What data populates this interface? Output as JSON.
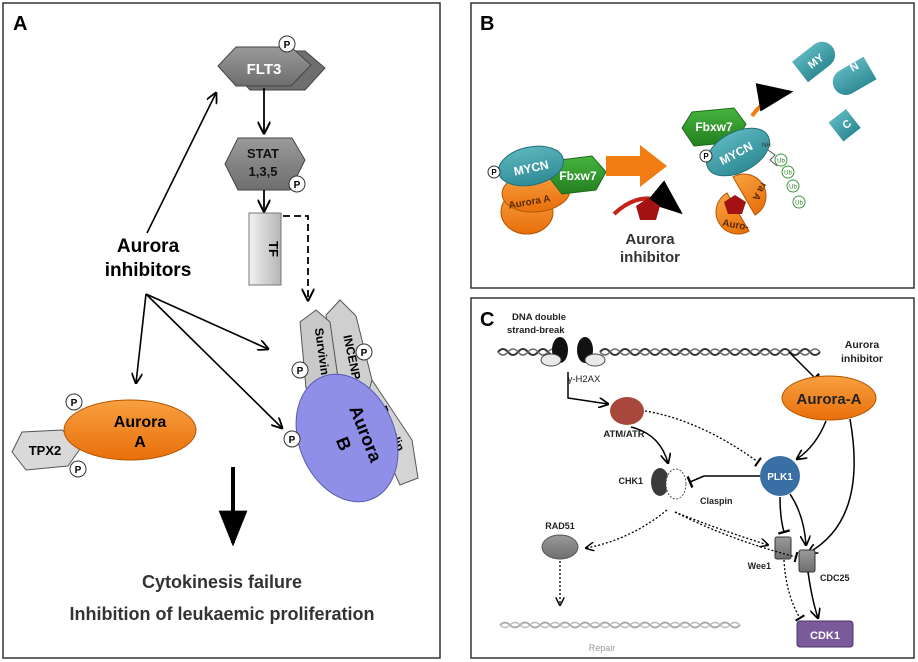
{
  "panel_a": {
    "letter": "A",
    "flt3": "FLT3",
    "stat_line1": "STAT",
    "stat_line2": "1,3,5",
    "tf": "TF",
    "inhibitors_line1": "Aurora",
    "inhibitors_line2": "inhibitors",
    "aurora_a_line1": "Aurora",
    "aurora_a_line2": "A",
    "tpx2": "TPX2",
    "survivin": "Survivin",
    "incenp": "INCENP",
    "borealin": "Borealin",
    "aurora_b_line1": "Aurora",
    "aurora_b_line2": "B",
    "phospho": "P",
    "outcome_line1": "Cytokinesis failure",
    "outcome_line2": "Inhibition of leukaemic proliferation"
  },
  "panel_b": {
    "letter": "B",
    "mycn": "MYCN",
    "fbxw7": "Fbxw7",
    "aurora_a": "Aurora A",
    "inhibitor_line1": "Aurora",
    "inhibitor_line2": "inhibitor",
    "auro_left": "Auro-",
    "auro_right": "ra A",
    "ub": "Ub",
    "nh": "NH",
    "frag_my": "MY",
    "frag_n": "N",
    "frag_c": "C",
    "phospho": "P"
  },
  "panel_c": {
    "letter": "C",
    "dsb_line1": "DNA double",
    "dsb_line2": "strand-break",
    "h2ax": "γ-H2AX",
    "atm": "ATM/ATR",
    "inhibitor_line1": "Aurora",
    "inhibitor_line2": "inhibitor",
    "aurora_a": "Aurora-A",
    "chk1": "CHK1",
    "claspin": "Claspin",
    "plk1": "PLK1",
    "rad51": "RAD51",
    "wee1": "Wee1",
    "cdc25": "CDC25",
    "cdk1": "CDK1",
    "repair": "Repair"
  },
  "colors": {
    "orange": "#f07c12",
    "green": "#2e9a2a",
    "teal": "#3a9aa4",
    "purple_blue": "#8b8ce6",
    "dark_red": "#a8473c",
    "plk_blue": "#3a6fa5",
    "cdk_purple": "#7a5a9a",
    "gray": "#8c8c8c"
  }
}
